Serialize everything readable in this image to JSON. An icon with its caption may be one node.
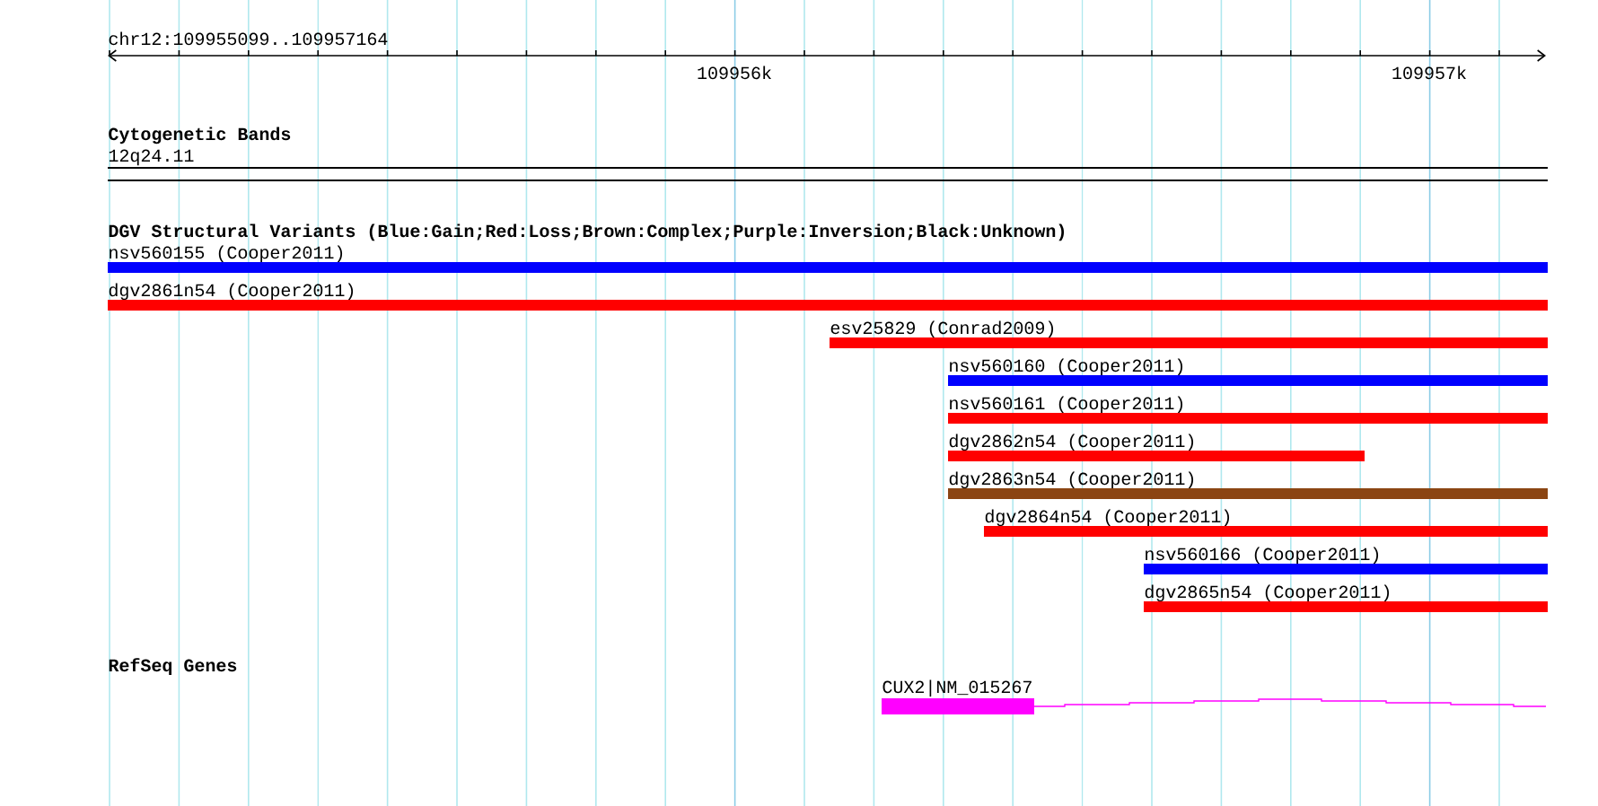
{
  "diagram": {
    "nodes": [
      {
        "text": [
          "nsv560155 (Cooper2011)"
        ]
      },
      {
        "text": [
          "dgv2861n54 (Cooper2011)"
        ]
      },
      {
        "text": [
          "esv25829 (Conrad2009)"
        ]
      },
      {
        "text": [
          "nsv560160 (Cooper2011)"
        ]
      },
      {
        "text": [
          "nsv560161 (Cooper2011)"
        ]
      },
      {
        "text": [
          "dgv2862n54 (Cooper2011)"
        ]
      },
      {
        "text": [
          "dgv2863n54 (Cooper2011)"
        ]
      },
      {
        "text": [
          "dgv2864n54 (Cooper2011)"
        ]
      },
      {
        "text": [
          "nsv560166 (Cooper2011)"
        ]
      },
      {
        "text": [
          "dgv2865n54 (Cooper2011)"
        ]
      },
      {
        "text": [
          "CUX2|NM_015267"
        ]
      }
    ],
    "labels": [
      "chr12:109955099..109957164",
      "109956k",
      "109957k",
      "Cytogenetic Bands",
      "12q24.11",
      "DGV Structural Variants (Blue:Gain;Red:Loss;Brown:Complex;Purple:Inversion;Black:Unknown)",
      "RefSeq Genes"
    ]
  }
}
